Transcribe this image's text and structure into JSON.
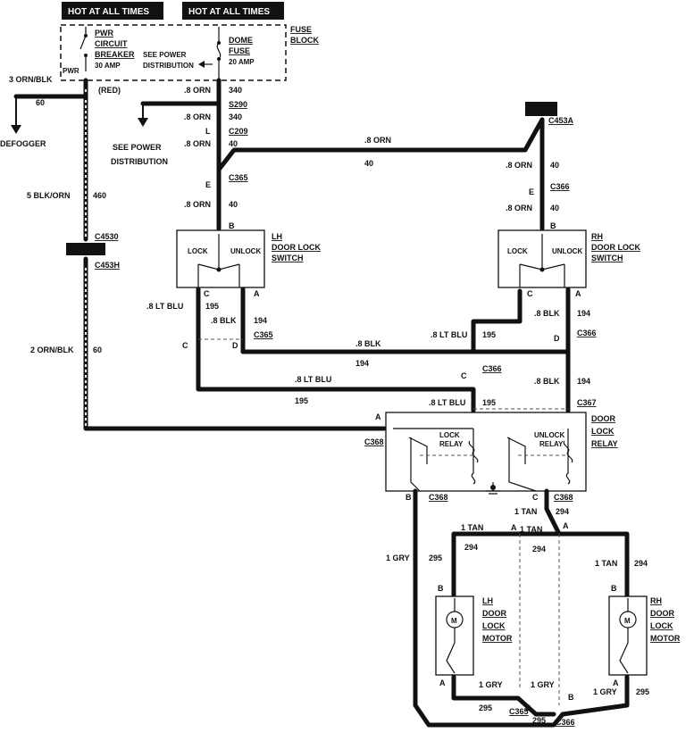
{
  "headers": {
    "hot1": "HOT AT ALL TIMES",
    "hot2": "HOT AT ALL TIMES"
  },
  "fuse_block": {
    "label1": "FUSE",
    "label2": "BLOCK",
    "breaker_l1": "PWR",
    "breaker_l2": "CIRCUIT",
    "breaker_l3": "BREAKER",
    "breaker_amp": "30 AMP",
    "pwr_tag": "PWR",
    "see_power_1": "SEE POWER",
    "see_power_2": "DISTRIBUTION",
    "fuse_l1": "DOME",
    "fuse_l2": "FUSE",
    "fuse_amp": "20 AMP"
  },
  "left": {
    "wire_3": "3 ORN/BLK",
    "red": "(RED)",
    "c60a": "60",
    "defogger": "DEFOGGER",
    "wire_5": "5 BLK/ORN",
    "c460": "460",
    "c4530": "C4530",
    "c453h": "C453H",
    "wire_2": "2 ORN/BLK",
    "c60b": "60"
  },
  "center": {
    "orn_340a": ".8 ORN",
    "n340a": "340",
    "s290": "S290",
    "orn_340b": ".8 ORN",
    "n340b": "340",
    "see_power_1": "SEE POWER",
    "see_power_2": "DISTRIBUTION",
    "l": "L",
    "c209": "C209",
    "orn_40a": ".8 ORN",
    "n40a": "40",
    "e": "E",
    "c365a": "C365",
    "orn_40b": ".8 ORN",
    "n40b": "40",
    "b": "B",
    "top_orn": ".8 ORN",
    "top_40": "40"
  },
  "right_top": {
    "c453a": "C453A",
    "orn_40a": ".8 ORN",
    "n40a": "40",
    "e": "E",
    "c366a": "C366",
    "orn_40b": ".8 ORN",
    "n40b": "40",
    "b": "B"
  },
  "lh_switch": {
    "t1": "LH",
    "t2": "DOOR LOCK",
    "t3": "SWITCH",
    "lock": "LOCK",
    "unlock": "UNLOCK",
    "c": "C",
    "a": "A",
    "blu": ".8 LT BLU",
    "n195": "195",
    "blk": ".8 BLK",
    "n194": "194",
    "c2": "C",
    "d": "D",
    "c365": "C365"
  },
  "rh_switch": {
    "t1": "RH",
    "t2": "DOOR LOCK",
    "t3": "SWITCH",
    "lock": "LOCK",
    "unlock": "UNLOCK",
    "c": "C",
    "a": "A",
    "blu": ".8 LT BLU",
    "n195": "195",
    "blk": ".8 BLK",
    "n194": "194",
    "d": "D",
    "c366": "C366"
  },
  "mid": {
    "blk": ".8 BLK",
    "n194": "194",
    "blu": ".8 LT BLU",
    "n195": "195",
    "c": "C",
    "c366": "C366",
    "blu2": ".8 LT BLU",
    "n195b": "195",
    "blk2": ".8 BLK",
    "n194b": "194",
    "c367": "C367"
  },
  "relay": {
    "t1": "DOOR",
    "t2": "LOCK",
    "t3": "RELAY",
    "lock1": "LOCK",
    "lock2": "RELAY",
    "unlock1": "UNLOCK",
    "unlock2": "RELAY",
    "a": "A",
    "c368a": "C368",
    "b": "B",
    "c368b": "C368",
    "c": "C",
    "c368c": "C368"
  },
  "motors": {
    "tan1": "1 TAN",
    "n294a": "294",
    "tan2": "1 TAN",
    "n294b": "294",
    "a1": "A",
    "a2": "A",
    "tan3": "1 TAN",
    "n294c": "294",
    "tan4": "1 TAN",
    "n294d": "294",
    "gry1": "1 GRY",
    "n295a": "295",
    "lh1": "LH",
    "lh2": "DOOR",
    "lh3": "LOCK",
    "lh4": "MOTOR",
    "rh1": "RH",
    "rh2": "DOOR",
    "rh3": "LOCK",
    "rh4": "MOTOR",
    "b1": "B",
    "b2": "B",
    "m1": "M",
    "m2": "M",
    "a3": "A",
    "a4": "A",
    "gry2": "1 GRY",
    "gry3": "1 GRY",
    "gry4": "1 GRY",
    "b3": "B",
    "b4": "B",
    "n295b": "295",
    "n295c": "295",
    "n295d": "295",
    "c365": "C365",
    "c366": "C366"
  }
}
